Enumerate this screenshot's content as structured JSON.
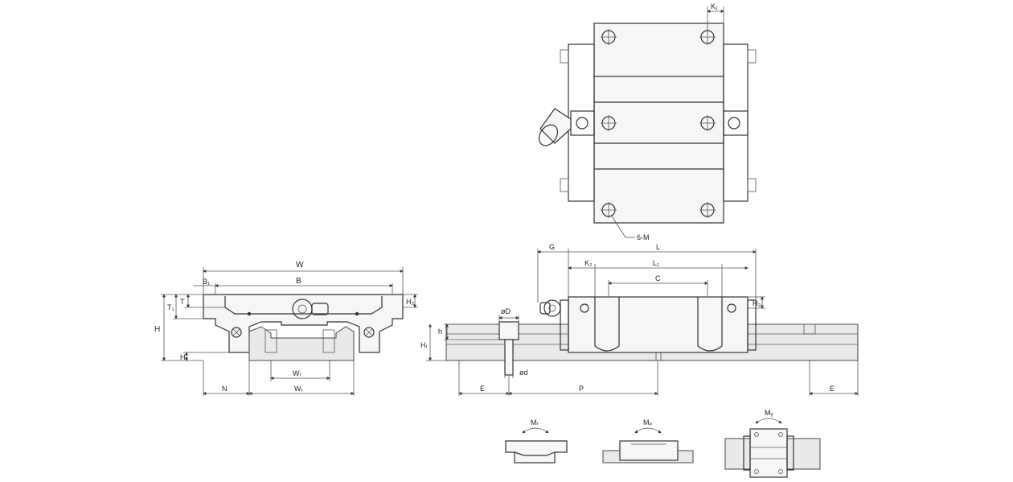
{
  "labels": {
    "w": "W",
    "b": "B",
    "b1": "B₁",
    "t": "T",
    "t1": "T₁",
    "h": "H",
    "h1": "H₁",
    "h2": "H₂",
    "h3": "H₃",
    "wr": "Wᵣ",
    "wr_inner": "Wᵣ",
    "n": "N",
    "g": "G",
    "l": "L",
    "l1": "L₁",
    "k1": "K₁",
    "k2": "K₂",
    "c": "C",
    "d_big": "øD",
    "d_small": "ød",
    "h_small": "h",
    "hr": "Hᵣ",
    "e_left": "E",
    "e_right": "E",
    "p": "P",
    "six_m": "6-M",
    "mr": "Mᵣ",
    "mp": "Mₚ",
    "my": "Mᵧ"
  }
}
